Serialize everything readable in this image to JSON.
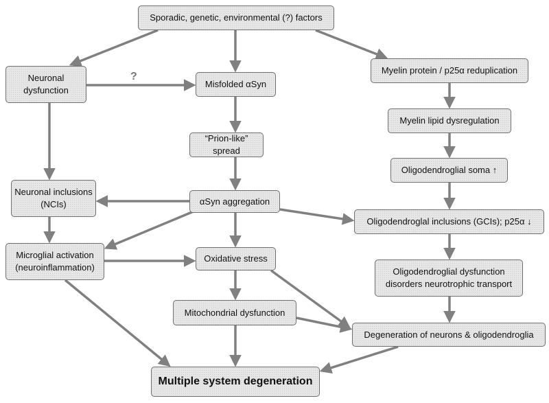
{
  "nodes": {
    "factors": "Sporadic, genetic, environmental (?) factors",
    "neuronal_dysfunction": "Neuronal dysfunction",
    "misfolded": "Misfolded αSyn",
    "myelin_protein": "Myelin protein / p25α reduplication",
    "myelin_lipid": "Myelin lipid dysregulation",
    "prion_spread": "“Prion-like” spread",
    "oligo_soma": "Oligodendroglial soma ↑",
    "neuronal_inclusions": "Neuronal inclusions (NCIs)",
    "asyn_aggregation": "αSyn aggregation",
    "gcis": "Oligodendroglal inclusions (GCIs); p25α ↓",
    "microglial": "Microglial activation (neuroinflammation)",
    "oxidative": "Oxidative stress",
    "oligo_dysfunction": "Oligodendroglial dysfunction disorders neurotrophic transport",
    "mitochondrial": "Mitochondrial dysfunction",
    "degeneration": "Degeneration of neurons & oligodendroglia",
    "msd": "Multiple system degeneration"
  },
  "question_mark": "?",
  "colors": {
    "arrow": "#808080",
    "box_fill": "#e6e6e6",
    "box_border": "#6e6e6e"
  }
}
